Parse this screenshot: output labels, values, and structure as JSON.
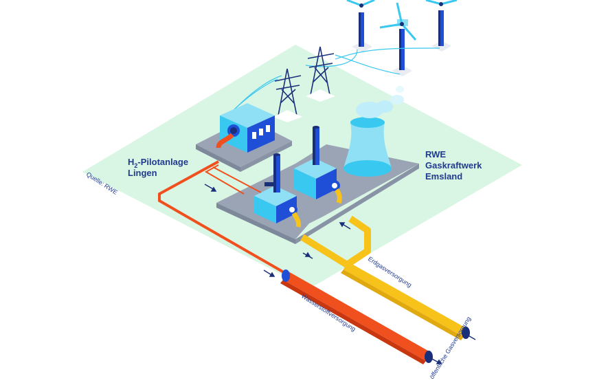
{
  "labels": {
    "pilot_h2": "H",
    "pilot_sub": "2",
    "pilot_rest": "-Pilotanlage",
    "pilot_line2": "Lingen",
    "rwe_line1": "RWE",
    "rwe_line2": "Gaskraftwerk",
    "rwe_line3": "Emsland",
    "source": "Quelle: RWE",
    "erdgas": "Erdgasversorgung",
    "wasserstoff": "Wasserstoffversorgung",
    "oeffentlich": "öffentliche Gasversorgung"
  },
  "colors": {
    "ground": "#d9f5e3",
    "platform": "#9aa4b5",
    "building_blue": "#1f4fd6",
    "building_cyan": "#39c8ef",
    "navy": "#1a2f7a",
    "h2_pipe": "#f0501e",
    "gas_pipe": "#f7c21a",
    "accent_light": "#8fe0f5"
  }
}
